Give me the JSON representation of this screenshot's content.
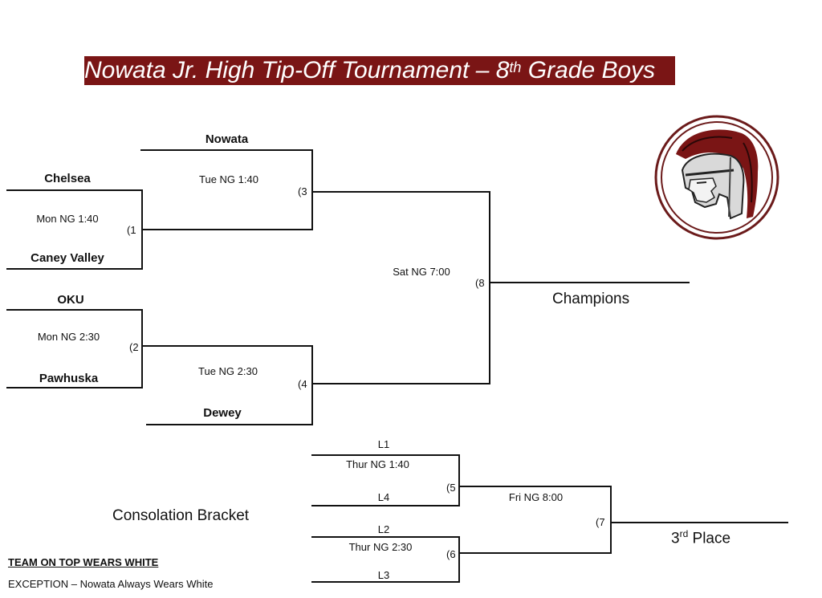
{
  "title": {
    "main": "Nowata Jr. High Tip-Off Tournament – 8",
    "superscript": "th",
    "rest": " Grade Boys"
  },
  "games": {
    "g1": {
      "top": "Chelsea",
      "bottom": "Caney Valley",
      "time": "Mon NG 1:40",
      "num": "(1"
    },
    "g2": {
      "top": "OKU",
      "bottom": "Pawhuska",
      "time": "Mon NG 2:30",
      "num": "(2"
    },
    "g3": {
      "top": "Nowata",
      "time": "Tue NG 1:40",
      "num": "(3"
    },
    "g4": {
      "bottom": "Dewey",
      "time": "Tue NG 2:30",
      "num": "(4"
    },
    "g8": {
      "time": "Sat NG 7:00",
      "num": "(8",
      "result": "Champions"
    },
    "g5": {
      "top": "L1",
      "bottom": "L4",
      "time": "Thur NG 1:40",
      "num": "(5"
    },
    "g6": {
      "top": "L2",
      "bottom": "L3",
      "time": "Thur NG 2:30",
      "num": "(6"
    },
    "g7": {
      "time": "Fri NG 8:00",
      "num": "(7",
      "result_main": "3",
      "result_sup": "rd",
      "result_rest": " Place"
    }
  },
  "consolation_label": "Consolation Bracket",
  "notes": {
    "line1": "TEAM ON TOP WEARS WHITE",
    "line2": "EXCEPTION – Nowata Always Wears White"
  },
  "logo": {
    "icon": "spartan-helmet-logo",
    "ring_color": "#6b1a1a"
  }
}
